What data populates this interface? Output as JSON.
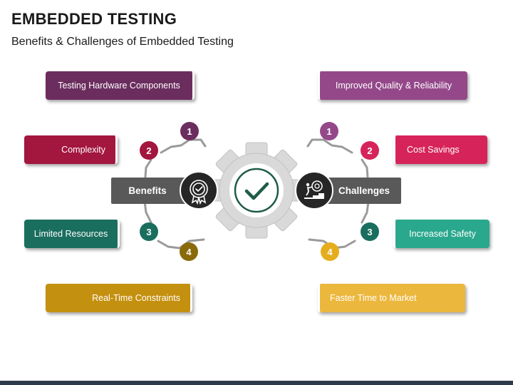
{
  "header": {
    "title": "EMBEDDED TESTING",
    "subtitle": "Benefits & Challenges of Embedded Testing"
  },
  "center": {
    "icon": "checkmark-gear-icon",
    "benefits_label": "Benefits",
    "benefits_icon": "award-badge-icon",
    "challenges_label": "Challenges",
    "challenges_icon": "person-climbing-target-icon"
  },
  "benefits": [
    {
      "number": "1",
      "label": "Testing Hardware Components",
      "color": "#6b2d5e"
    },
    {
      "number": "2",
      "label": "Complexity",
      "color": "#a3163e"
    },
    {
      "number": "3",
      "label": "Limited Resources",
      "color": "#1a6e5e"
    },
    {
      "number": "4",
      "label": "Real-Time Constraints",
      "color": "#c4900f"
    }
  ],
  "challenges": [
    {
      "number": "1",
      "label": "Improved Quality & Reliability",
      "color": "#94488a"
    },
    {
      "number": "2",
      "label": "Cost Savings",
      "color": "#d6245a"
    },
    {
      "number": "3",
      "label": "Increased Safety",
      "color": "#2aa88d"
    },
    {
      "number": "4",
      "label": "Faster Time to Market",
      "color": "#ecb73d"
    }
  ],
  "colors": {
    "gear": "#d9d9d9",
    "label_bar": "#595959",
    "dark_circle": "#262626",
    "connector": "#9a9a9a"
  }
}
